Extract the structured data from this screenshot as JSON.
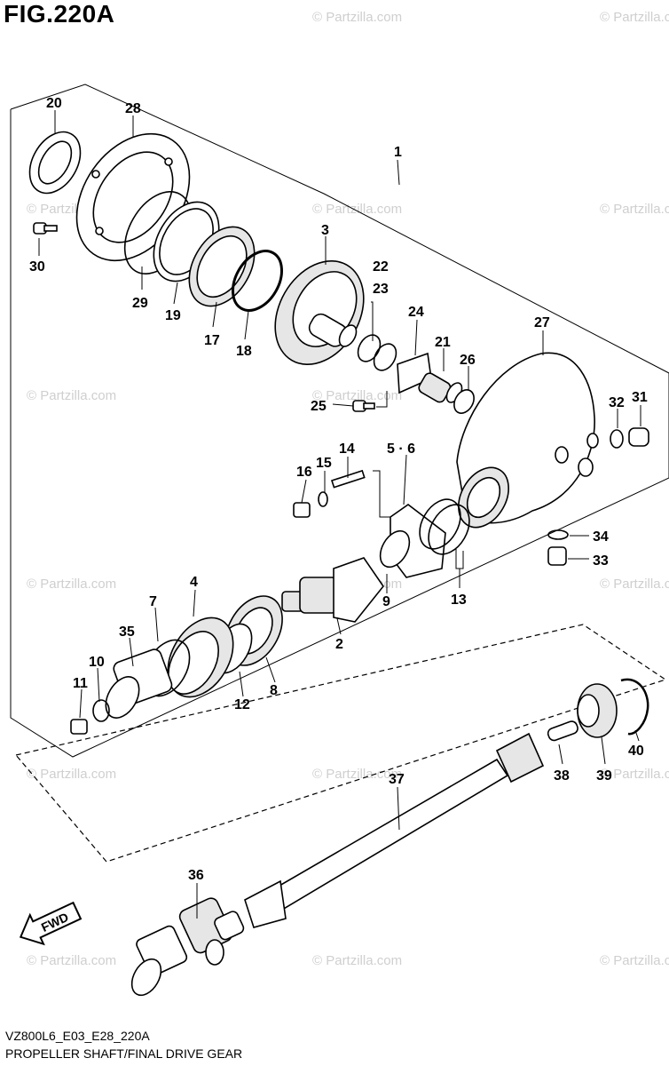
{
  "figure": {
    "title": "FIG.220A",
    "code": "VZ800L6_E03_E28_220A",
    "name": "PROPELLER SHAFT/FINAL DRIVE GEAR"
  },
  "watermark": "© Partzilla.com",
  "arrow_label": "FWD",
  "callouts": {
    "p1": "1",
    "p2": "2",
    "p3": "3",
    "p4": "4",
    "p56": "5 · 6",
    "p7": "7",
    "p8": "8",
    "p9": "9",
    "p10": "10",
    "p11": "11",
    "p12": "12",
    "p13": "13",
    "p14": "14",
    "p15": "15",
    "p16": "16",
    "p17": "17",
    "p18": "18",
    "p19": "19",
    "p20": "20",
    "p21": "21",
    "p22": "22",
    "p23": "23",
    "p24": "24",
    "p25": "25",
    "p26": "26",
    "p27": "27",
    "p28": "28",
    "p29": "29",
    "p30": "30",
    "p31": "31",
    "p32": "32",
    "p33": "33",
    "p34": "34",
    "p35": "35",
    "p36": "36",
    "p37": "37",
    "p38": "38",
    "p39": "39",
    "p40": "40"
  }
}
